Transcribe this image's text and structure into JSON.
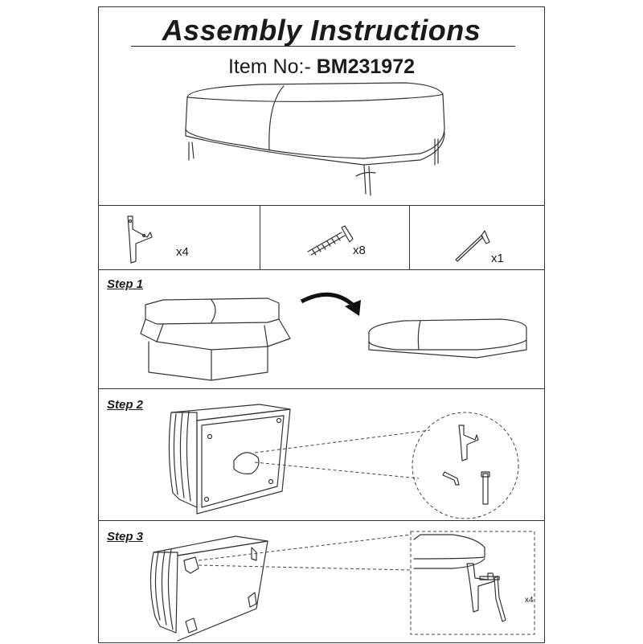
{
  "document": {
    "title": "Assembly Instructions",
    "item_label": "Item No:-",
    "item_number": "BM231972"
  },
  "parts": [
    {
      "name": "leg",
      "quantity": "x4"
    },
    {
      "name": "bolt",
      "quantity": "x8"
    },
    {
      "name": "allen-key",
      "quantity": "x1"
    }
  ],
  "steps": [
    {
      "label": "Step 1"
    },
    {
      "label": "Step 2"
    },
    {
      "label": "Step 3",
      "detail_quantity": "x4"
    }
  ]
}
